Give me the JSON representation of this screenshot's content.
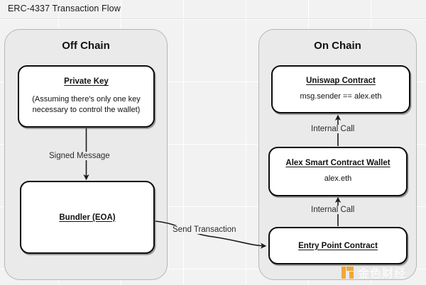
{
  "page": {
    "title": "ERC-4337 Transaction Flow"
  },
  "groups": {
    "off_chain": {
      "title": "Off Chain"
    },
    "on_chain": {
      "title": "On Chain"
    }
  },
  "nodes": {
    "private_key": {
      "title": "Private Key",
      "subtitle": "(Assuming there's only one key necessary to control the wallet)"
    },
    "bundler": {
      "title": "Bundler (EOA)"
    },
    "uniswap_contract": {
      "title": "Uniswap Contract",
      "subtitle": "msg.sender == alex.eth"
    },
    "alex_wallet": {
      "title": "Alex Smart Contract Wallet",
      "subtitle": "alex.eth"
    },
    "entry_point": {
      "title": "Entry Point Contract"
    }
  },
  "edges": {
    "signed_message": "Signed Message",
    "send_transaction": "Send Transaction",
    "internal_call_entry_to_wallet": "Internal Call",
    "internal_call_wallet_to_uniswap": "Internal Call"
  },
  "watermark": {
    "text": "金色财经",
    "logo_color": "#f0a32a"
  },
  "colors": {
    "canvas_background": "#f2f2f2",
    "group_background": "#eaeaea",
    "group_border": "#b6b6b6",
    "node_background": "#ffffff",
    "node_border": "#0d0d0d",
    "text": "#111111"
  }
}
